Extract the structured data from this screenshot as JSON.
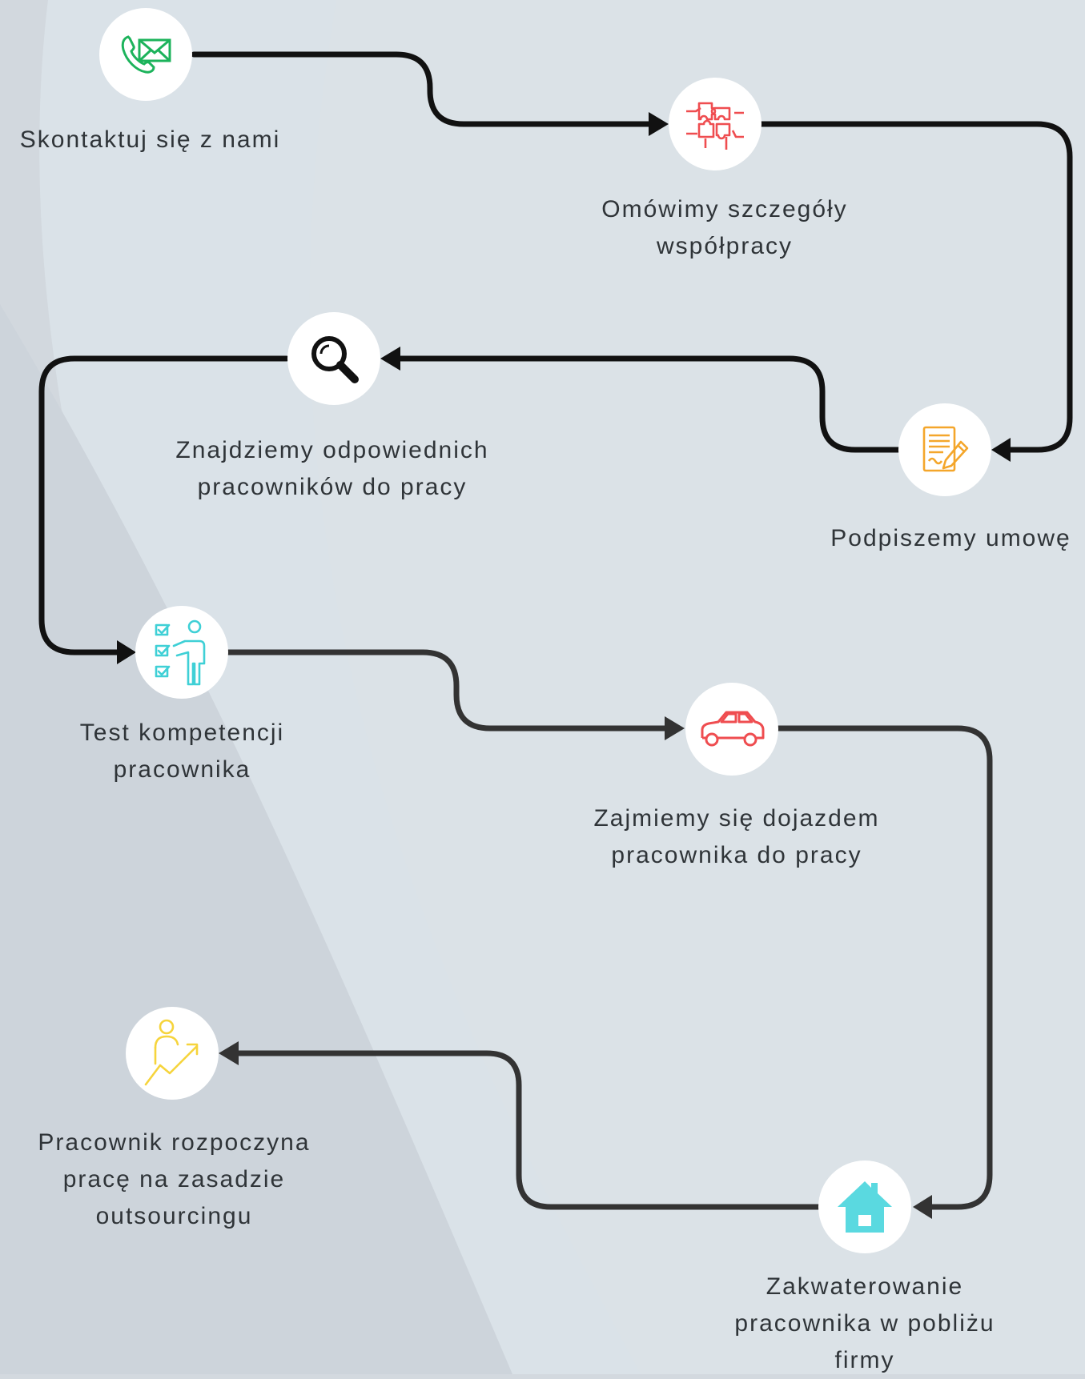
{
  "steps": [
    {
      "id": "contact",
      "lines": [
        "Skontaktuj się  z nami"
      ],
      "icon": "phone-envelope-icon",
      "icon_color": "#1cb35b"
    },
    {
      "id": "discuss",
      "lines": [
        "Omówimy szczegóły",
        "współpracy"
      ],
      "icon": "puzzle-hands-icon",
      "icon_color": "#ef4d50"
    },
    {
      "id": "contract",
      "lines": [
        "Podpiszemy umowę"
      ],
      "icon": "contract-signing-icon",
      "icon_color": "#f4a62b"
    },
    {
      "id": "search",
      "lines": [
        "Znajdziemy odpowiednich",
        "pracowników do pracy"
      ],
      "icon": "magnifier-icon",
      "icon_color": "#111111"
    },
    {
      "id": "test",
      "lines": [
        "Test kompetencji",
        "pracownika"
      ],
      "icon": "checklist-presenter-icon",
      "icon_color": "#3fd0d6"
    },
    {
      "id": "travel",
      "lines": [
        "Zajmiemy się dojazdem",
        "pracownika do pracy"
      ],
      "icon": "car-icon",
      "icon_color": "#ef4d50"
    },
    {
      "id": "housing",
      "lines": [
        "Zakwaterowanie",
        "pracownika w pobliżu",
        "firmy"
      ],
      "icon": "house-icon",
      "icon_color": "#5ad9e0"
    },
    {
      "id": "start",
      "lines": [
        "Pracownik rozpoczyna",
        "pracę na zasadzie",
        "outsourcingu"
      ],
      "icon": "growth-person-icon",
      "icon_color": "#f6d43c"
    }
  ],
  "colors": {
    "connector_dark": "#111111",
    "connector_gray": "#333333",
    "text": "#2f3438"
  }
}
